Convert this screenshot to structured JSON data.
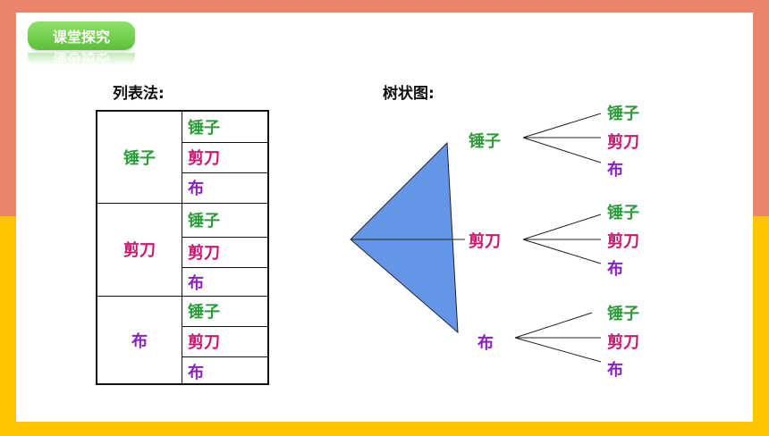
{
  "badge": {
    "label": "课堂探究"
  },
  "list_method": {
    "heading": "列表法:",
    "groups": [
      {
        "main": "锤子",
        "subs": [
          "锤子",
          "剪刀",
          "布"
        ]
      },
      {
        "main": "剪刀",
        "subs": [
          "锤子",
          "剪刀",
          "布"
        ]
      },
      {
        "main": "布",
        "subs": [
          "锤子",
          "剪刀",
          "布"
        ]
      }
    ]
  },
  "tree_method": {
    "heading": "树状图:",
    "branches": [
      {
        "label": "锤子",
        "leaves": [
          "锤子",
          "剪刀",
          "布"
        ]
      },
      {
        "label": "剪刀",
        "leaves": [
          "锤子",
          "剪刀",
          "布"
        ]
      },
      {
        "label": "布",
        "leaves": [
          "锤子",
          "剪刀",
          "布"
        ]
      }
    ]
  },
  "colors": {
    "锤子": "#2E9B3A",
    "剪刀": "#C8186E",
    "布": "#8A1FC0",
    "triangle": "#6495E6",
    "top_band": "#E9846B",
    "bottom_band": "#FFC600"
  }
}
